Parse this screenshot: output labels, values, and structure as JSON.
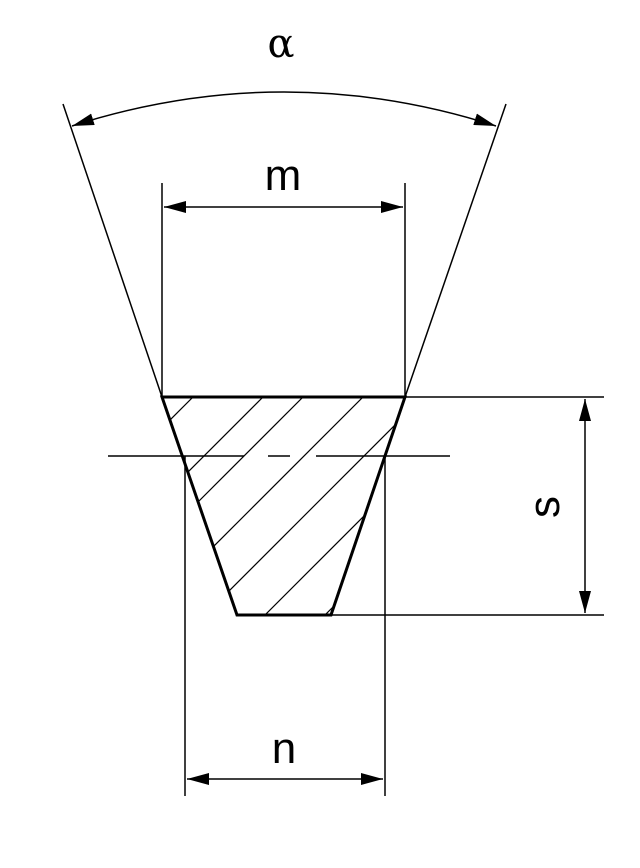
{
  "labels": {
    "alpha": "α",
    "m": "m",
    "n": "n",
    "s": "s"
  },
  "colors": {
    "ink": "#000000",
    "background": "#ffffff"
  }
}
